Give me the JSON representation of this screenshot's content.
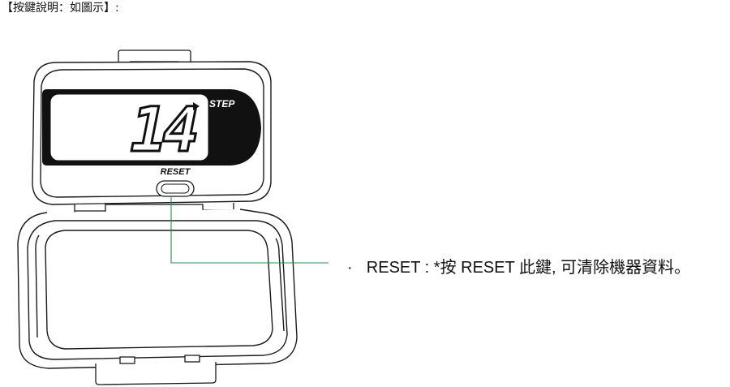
{
  "heading": "【按鍵說明：如圖示】:",
  "device": {
    "display_value": "14",
    "display_mode_label": "STEP",
    "button_label": "RESET"
  },
  "callout": {
    "bullet": "·",
    "key_name": "RESET :",
    "description": "*按 RESET  此鍵, 可清除機器資料。"
  },
  "colors": {
    "outline": "#1a1a1a",
    "leader_line": "#2e8b57",
    "display_band": "#111111",
    "lcd_face": "#ffffff"
  }
}
